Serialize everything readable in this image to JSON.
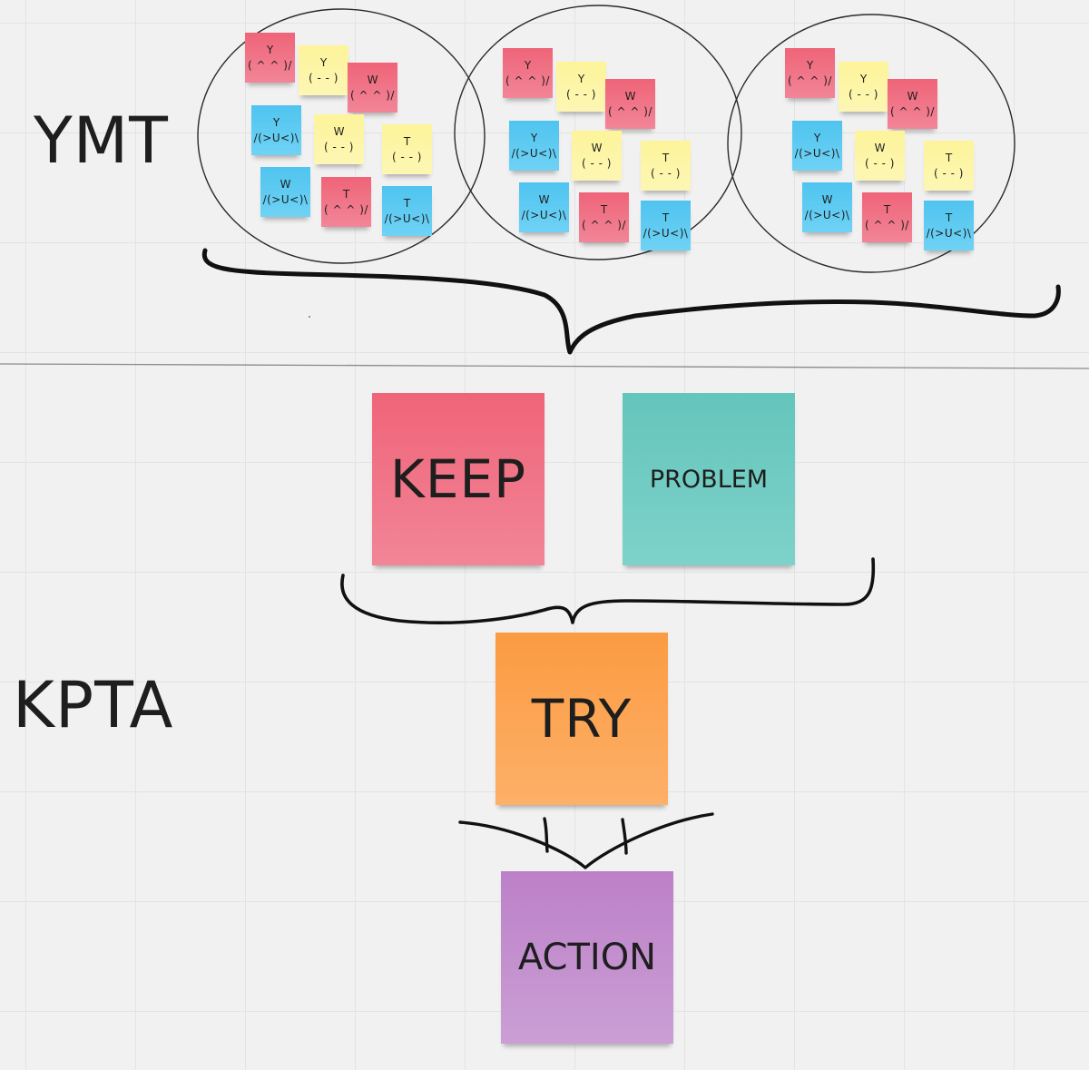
{
  "sections": {
    "top_label": "YMT",
    "bottom_label": "KPTA"
  },
  "clusters": [
    {
      "notes": [
        {
          "letter": "Y",
          "face": "( ^ ^ )/",
          "color": "red"
        },
        {
          "letter": "Y",
          "face": "( - - )",
          "color": "yellow"
        },
        {
          "letter": "W",
          "face": "( ^ ^ )/",
          "color": "red"
        },
        {
          "letter": "Y",
          "face": "/(>U<)\\",
          "color": "blue"
        },
        {
          "letter": "W",
          "face": "( - - )",
          "color": "yellow"
        },
        {
          "letter": "T",
          "face": "( - - )",
          "color": "yellow"
        },
        {
          "letter": "W",
          "face": "/(>U<)\\",
          "color": "blue"
        },
        {
          "letter": "T",
          "face": "( ^ ^ )/",
          "color": "red"
        },
        {
          "letter": "T",
          "face": "/(>U<)\\",
          "color": "blue"
        }
      ]
    },
    {
      "notes": [
        {
          "letter": "Y",
          "face": "( ^ ^ )/",
          "color": "red"
        },
        {
          "letter": "Y",
          "face": "( - - )",
          "color": "yellow"
        },
        {
          "letter": "W",
          "face": "( ^ ^ )/",
          "color": "red"
        },
        {
          "letter": "Y",
          "face": "/(>U<)\\",
          "color": "blue"
        },
        {
          "letter": "W",
          "face": "( - - )",
          "color": "yellow"
        },
        {
          "letter": "T",
          "face": "( - - )",
          "color": "yellow"
        },
        {
          "letter": "W",
          "face": "/(>U<)\\",
          "color": "blue"
        },
        {
          "letter": "T",
          "face": "( ^ ^ )/",
          "color": "red"
        },
        {
          "letter": "T",
          "face": "/(>U<)\\",
          "color": "blue"
        }
      ]
    },
    {
      "notes": [
        {
          "letter": "Y",
          "face": "( ^ ^ )/",
          "color": "red"
        },
        {
          "letter": "Y",
          "face": "( - - )",
          "color": "yellow"
        },
        {
          "letter": "W",
          "face": "( ^ ^ )/",
          "color": "red"
        },
        {
          "letter": "Y",
          "face": "/(>U<)\\",
          "color": "blue"
        },
        {
          "letter": "W",
          "face": "( - - )",
          "color": "yellow"
        },
        {
          "letter": "T",
          "face": "( - - )",
          "color": "yellow"
        },
        {
          "letter": "W",
          "face": "/(>U<)\\",
          "color": "blue"
        },
        {
          "letter": "T",
          "face": "( ^ ^ )/",
          "color": "red"
        },
        {
          "letter": "T",
          "face": "/(>U<)\\",
          "color": "blue"
        }
      ]
    }
  ],
  "kpta": {
    "keep": "KEEP",
    "problem": "PROBLEM",
    "try": "TRY",
    "action": "ACTION"
  },
  "colors": {
    "red": "#ef6478",
    "yellow": "#fdf49a",
    "blue": "#4fc4ef",
    "teal": "#64c5bc",
    "orange": "#fb9b42",
    "purple": "#bc80c8",
    "ink": "#111111",
    "divider": "#8a8a8a",
    "canvas": "#f1f1f1"
  }
}
